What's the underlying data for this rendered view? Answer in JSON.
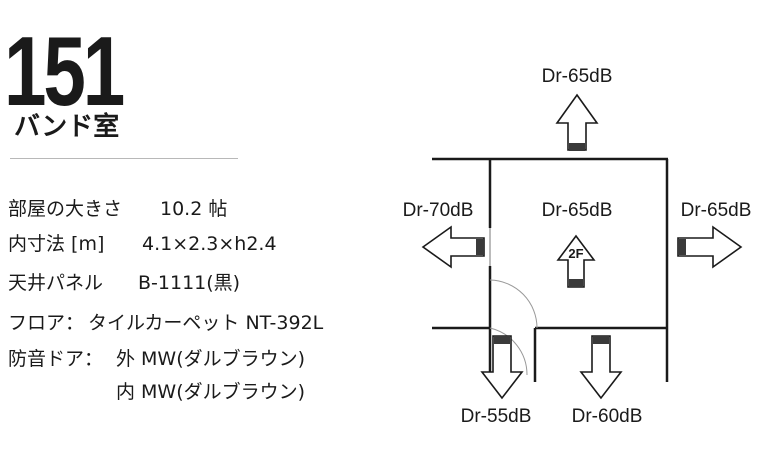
{
  "room": {
    "number": "151",
    "name": "バンド室"
  },
  "specs": {
    "area_label": "部屋の大きさ",
    "area_value": "10.2 帖",
    "size_label": "内寸法 [m]",
    "size_value": "4.1×2.3×h2.4",
    "ceiling_label": "天井パネル",
    "ceiling_value": "B-1111(黒)",
    "floor_label": "フロア：",
    "floor_value": "タイルカーペット NT-392L",
    "door_label": "防音ドア：",
    "door_value_outer": "外 MW(ダルブラウン)",
    "door_value_inner": "内 MW(ダルブラウン)"
  },
  "diagram": {
    "top": "Dr-65dB",
    "center": "Dr-65dB",
    "floor_mark": "2F",
    "left": "Dr-70dB",
    "right": "Dr-65dB",
    "bottom_left": "Dr-55dB",
    "bottom_right": "Dr-60dB"
  }
}
